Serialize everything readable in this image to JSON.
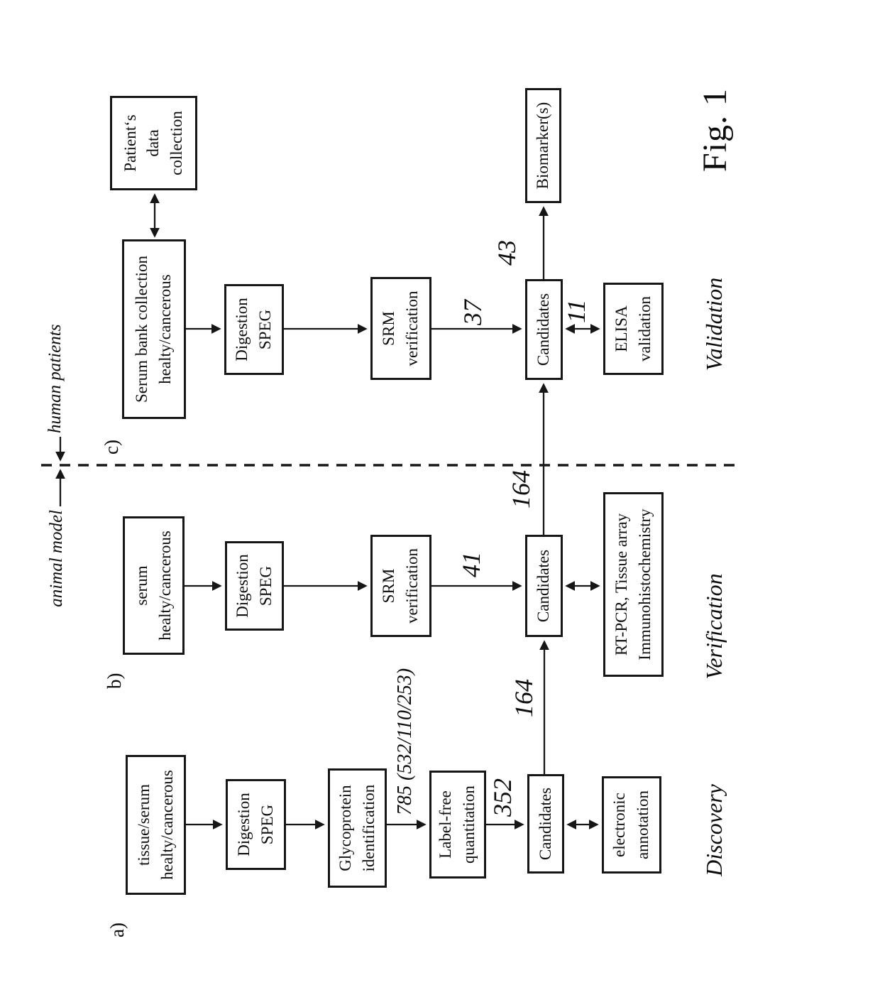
{
  "figure": {
    "caption": "Fig. 1"
  },
  "divider": {
    "left_label": "animal model",
    "right_label": "human patients"
  },
  "sections": {
    "discovery": {
      "marker": "a)",
      "stage_label": "Discovery",
      "source_box": "tissue/serum\nhealty/cancerous",
      "digestion_box": "Digestion\nSPEG",
      "glycoprotein_box": "Glycoprotein\nidentification",
      "glyco_count": "785 (532/110/253)",
      "labelfree_box": "Label-free\nquantitation",
      "labelfree_count": "352",
      "candidates_box": "Candidates",
      "annotation_box": "electronic\nannotation",
      "to_verification_count": "164"
    },
    "verification": {
      "marker": "b)",
      "stage_label": "Verification",
      "source_box": "serum\nhealty/cancerous",
      "digestion_box": "Digestion\nSPEG",
      "srm_box": "SRM\nverification",
      "srm_count": "41",
      "candidates_box": "Candidates",
      "rtpcr_box": "RT-PCR, Tissue array\nImmunohistochemistry",
      "to_validation_count": "164"
    },
    "validation": {
      "marker": "c)",
      "stage_label": "Validation",
      "patient_data_box": "Patient‘s\ndata\ncollection",
      "source_box": "Serum bank collection\nhealty/cancerous",
      "digestion_box": "Digestion\nSPEG",
      "srm_box": "SRM\nverification",
      "srm_count": "37",
      "candidates_box": "Candidates",
      "elisa_box": "ELISA\nvalidation",
      "elisa_count": "11",
      "biomarker_box": "Biomarker(s)",
      "biomarker_count": "43"
    }
  },
  "colors": {
    "ink": "#161616",
    "paper": "#ffffff"
  }
}
